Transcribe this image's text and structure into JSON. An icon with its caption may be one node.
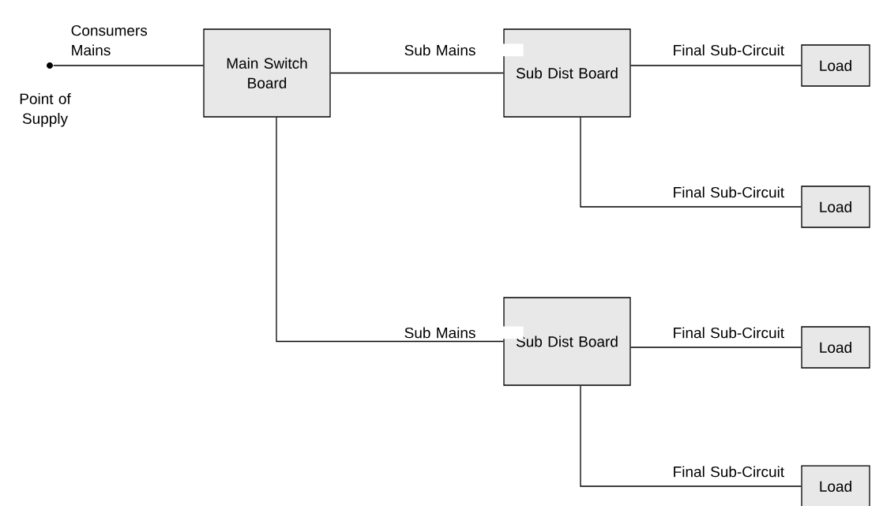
{
  "diagram": {
    "nodes": [
      {
        "text": [],
        "shape": "circle",
        "beside": [
          "Point of Supply"
        ]
      },
      {
        "text": [
          "Main Switch Board"
        ]
      },
      {
        "text": [
          "Sub Dist Board"
        ]
      },
      {
        "text": [
          "Sub Dist Board"
        ]
      },
      {
        "text": [
          "Load"
        ]
      },
      {
        "text": [
          "Load"
        ]
      },
      {
        "text": [
          "Load"
        ]
      },
      {
        "text": [
          "Load"
        ]
      }
    ],
    "edges": [
      {
        "from": 0,
        "to": 1,
        "arrow": "none",
        "label": "Consumers Mains"
      },
      {
        "from": 1,
        "to": 2,
        "arrow": "none",
        "label": "Sub Mains"
      },
      {
        "from": 1,
        "to": 3,
        "arrow": "none",
        "label": "Sub Mains"
      },
      {
        "from": 2,
        "to": 4,
        "arrow": "none",
        "label": "Final Sub-Circuit"
      },
      {
        "from": 2,
        "to": 5,
        "arrow": "none",
        "label": "Final Sub-Circuit"
      },
      {
        "from": 3,
        "to": 6,
        "arrow": "none",
        "label": "Final Sub-Circuit"
      },
      {
        "from": 3,
        "to": 7,
        "arrow": "none",
        "label": "Final Sub-Circuit"
      }
    ]
  }
}
